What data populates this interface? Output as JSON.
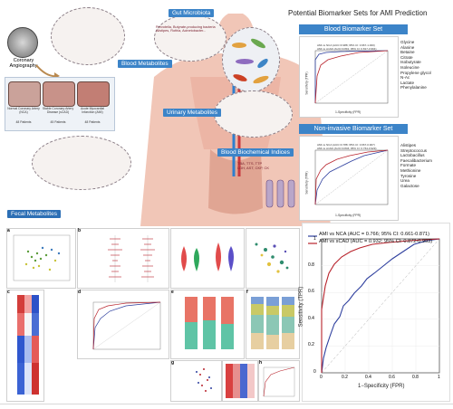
{
  "title": "Potential Biomarker Sets for AMI Prediction",
  "coronary": {
    "label": "Coronary\nAngiography"
  },
  "patients": [
    {
      "group": "Normal Coronary Artery (NCA)",
      "n": "48 Patients"
    },
    {
      "group": "Stable Coronary Artery Disease (sCAD)",
      "n": "45 Patients"
    },
    {
      "group": "Acute Myocardial Infarction (AMI)",
      "n": "48 Patients"
    }
  ],
  "sections": {
    "gut": "Gut Microbiota",
    "blood_metabolites": "Blood Metabolites",
    "urinary": "Urinary Metabolites",
    "biochem": "Blood Biochemical Indices",
    "fecal": "Fecal Metabolites"
  },
  "gut_text": "Prevotella, Butyrate-producing bacteria\nAlistipes, Rothia, Acinetobacter...",
  "biochem_text": "TBA, TTS, TTP\nLDH, AST, CKP, CK",
  "blood_set": {
    "header": "Blood Biomarker Set",
    "legend": [
      "AMI vs NCA (AUC=0.988; 95% CI: 0.967-1.000)",
      "AMI vs sCAD (AUC=0.891; 95% CI: 0.817-0.964)"
    ],
    "items": [
      "Glycine",
      "Alanine",
      "Betaine",
      "Citrate",
      "Isobutyrate",
      "Isoleucine",
      "Propylene glycol",
      "N-Ac",
      "Lactate",
      "Phenylalanine"
    ],
    "xlabel": "1-Specificity (FPR)",
    "ylabel": "Sensitivity (TPR)"
  },
  "noninv_set": {
    "header": "Non-invasive Biomarker Set",
    "legend": [
      "AMI vs NCA (AUC=0.788; 95% CI: 0.667-0.907)",
      "AMI vs sCAD (AUC=0.846; 95% CI: 0.764-0.929)"
    ],
    "items": [
      "Alistipes",
      "Streptococcus",
      "Lactobacillus",
      "Faecalibacterium",
      "Formate",
      "Methionine",
      "Tyrosine",
      "Urea",
      "Galactose"
    ],
    "xlabel": "1-Specificity (FPR)",
    "ylabel": "Sensitivity (TPR)"
  },
  "panel_letters": [
    "a",
    "b",
    "c",
    "d",
    "e",
    "f",
    "g",
    "h"
  ],
  "big_roc": {
    "legend": [
      {
        "label": "AMI vs NCA (AUC = 0.766; 95% CI: 0.661-0.871)",
        "color": "#2e3f9e"
      },
      {
        "label": "AMI vs sCAD (AUC = 0.932; 95% CI: 0.872-0.993)",
        "color": "#b8232c"
      }
    ],
    "xlabel": "1−Specificity (FPR)",
    "ylabel": "Sensitivity (TPR)",
    "ticks": [
      "0",
      "0.2",
      "0.4",
      "0.6",
      "0.8",
      "1"
    ]
  },
  "colors": {
    "banner": "#3c84c8",
    "fecal": "#2c6fb5",
    "nca": "#2e3f9e",
    "scad": "#b8232c",
    "body": "#f1c6b7"
  }
}
